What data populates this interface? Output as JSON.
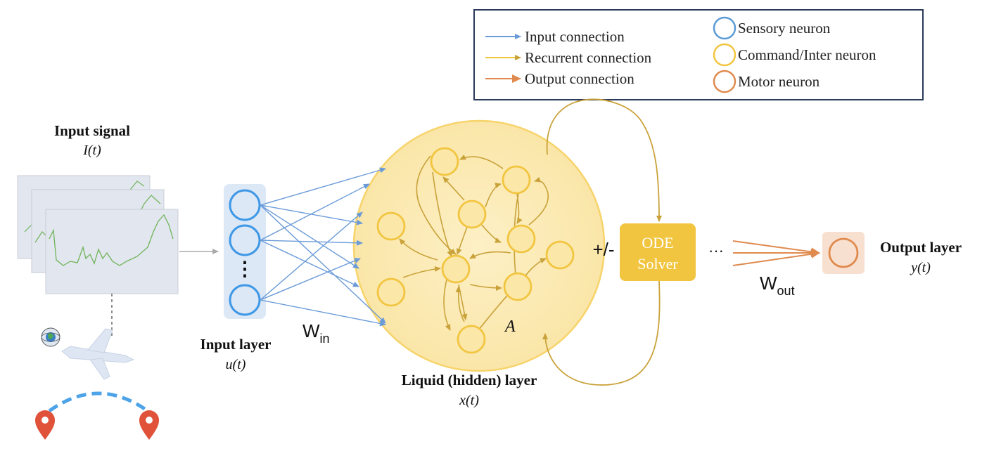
{
  "legend": {
    "connections": [
      {
        "label": "Input connection",
        "color": "#6a9bd8"
      },
      {
        "label": "Recurrent connection",
        "color": "#f2c540"
      },
      {
        "label": "Output connection",
        "color": "#e08a4e"
      }
    ],
    "neurons": [
      {
        "label": "Sensory neuron",
        "color": "#5b9bd5"
      },
      {
        "label": "Command/Inter neuron",
        "color": "#f2c540"
      },
      {
        "label": "Motor neuron",
        "color": "#e08a4e"
      }
    ]
  },
  "input_signal": {
    "title": "Input signal",
    "symbol": "I(t)"
  },
  "input_layer": {
    "title": "Input layer",
    "symbol": "u(t)",
    "ellipsis": "⋮"
  },
  "w_in": {
    "base": "W",
    "sub": "in"
  },
  "liquid_layer": {
    "title": "Liquid (hidden) layer",
    "symbol": "x(t)",
    "matrix": "A"
  },
  "plus_minus": "+/-",
  "ode_solver": {
    "line1": "ODE",
    "line2": "Solver"
  },
  "dots": "···",
  "w_out": {
    "base": "W",
    "sub": "out"
  },
  "output_layer": {
    "title": "Output layer",
    "symbol": "y(t)"
  },
  "colors": {
    "input": "#6a9bd8",
    "recurrent": "#c9a23a",
    "output": "#e08a4e",
    "sensory": "#5b9bd5",
    "inter": "#f2c540",
    "liquid_fill": "#fbeab5",
    "ode_fill": "#f2c540"
  }
}
